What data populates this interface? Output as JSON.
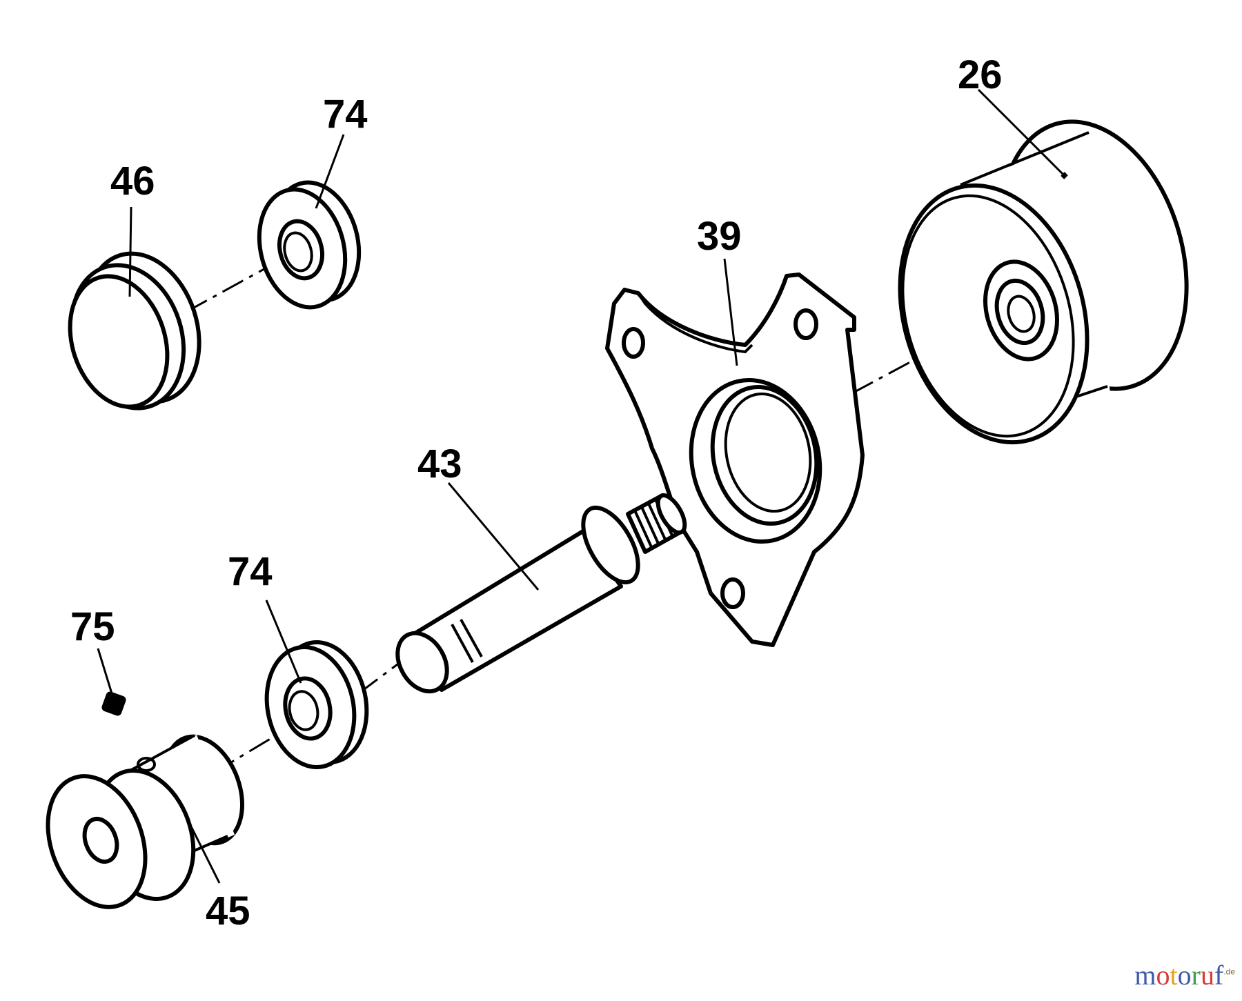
{
  "callouts": {
    "c26": "26",
    "c74_top": "74",
    "c46": "46",
    "c39": "39",
    "c43": "43",
    "c74_bottom": "74",
    "c75": "75",
    "c45": "45"
  },
  "watermark": {
    "letters": [
      "m",
      "o",
      "t",
      "o",
      "r",
      "u",
      "f"
    ],
    "letter_colors": [
      "#3d5aa8",
      "#d83b3b",
      "#e2a21d",
      "#3d5aa8",
      "#3aa04a",
      "#d83b3b",
      "#3d5aa8"
    ],
    "suffix": ".de"
  }
}
